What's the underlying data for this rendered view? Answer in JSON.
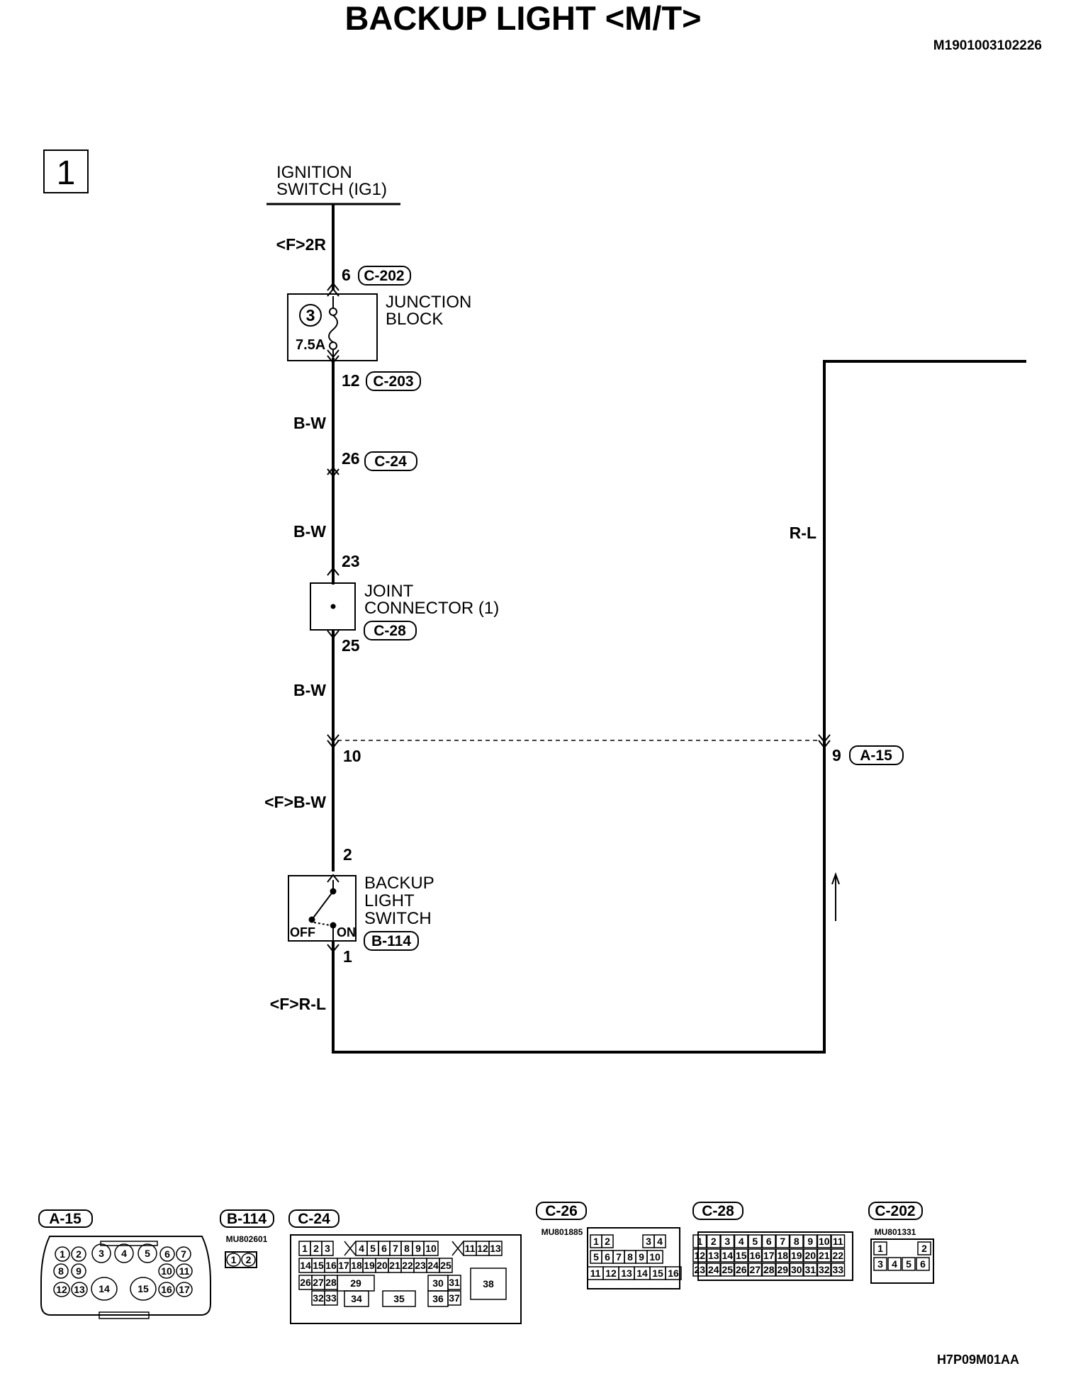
{
  "header": {
    "title": "BACKUP LIGHT <M/T>",
    "code": "M1901003102226",
    "box_number": "1"
  },
  "circuit": {
    "ignition_label_line1": "IGNITION",
    "ignition_label_line2": "SWITCH (IG1)",
    "wire_f2r": "<F>2R",
    "pin_c202": "6",
    "conn_c202": "C-202",
    "fuse_number": "3",
    "fuse_rating": "7.5A",
    "junction_line1": "JUNCTION",
    "junction_line2": "BLOCK",
    "pin_c203": "12",
    "conn_c203": "C-203",
    "wire_bw_1": "B-W",
    "pin_c24": "26",
    "conn_c24": "C-24",
    "wire_bw_2": "B-W",
    "pin_23": "23",
    "joint_line1": "JOINT",
    "joint_line2": "CONNECTOR (1)",
    "conn_c28": "C-28",
    "pin_25": "25",
    "wire_bw_3": "B-W",
    "pin_10": "10",
    "wire_f_bw": "<F>B-W",
    "pin_2": "2",
    "switch_line1": "BACKUP",
    "switch_line2": "LIGHT",
    "switch_line3": "SWITCH",
    "switch_off": "OFF",
    "switch_on": "ON",
    "conn_b114": "B-114",
    "pin_1": "1",
    "wire_f_rl": "<F>R-L",
    "wire_rl": "R-L",
    "pin_9": "9",
    "conn_a15": "A-15"
  },
  "connectors": {
    "a15": {
      "label": "A-15",
      "cells": [
        "1",
        "2",
        "3",
        "4",
        "5",
        "6",
        "7",
        "8",
        "9",
        "10",
        "11",
        "12",
        "13",
        "14",
        "15",
        "16",
        "17"
      ]
    },
    "b114": {
      "label": "B-114",
      "part": "MU802601",
      "cells": [
        "1",
        "2"
      ]
    },
    "c24": {
      "label": "C-24",
      "cells": [
        "1",
        "2",
        "3",
        "4",
        "5",
        "6",
        "7",
        "8",
        "9",
        "10",
        "11",
        "12",
        "13",
        "14",
        "15",
        "16",
        "17",
        "18",
        "19",
        "20",
        "21",
        "22",
        "23",
        "24",
        "25",
        "26",
        "27",
        "28",
        "29",
        "30",
        "31",
        "32",
        "33",
        "34",
        "35",
        "36",
        "37",
        "38"
      ]
    },
    "c26": {
      "label": "C-26",
      "part": "MU801885",
      "cells": [
        "1",
        "2",
        "3",
        "4",
        "5",
        "6",
        "7",
        "8",
        "9",
        "10",
        "11",
        "12",
        "13",
        "14",
        "15",
        "16"
      ]
    },
    "c28": {
      "label": "C-28",
      "cells": [
        "1",
        "2",
        "3",
        "4",
        "5",
        "6",
        "7",
        "8",
        "9",
        "10",
        "11",
        "12",
        "13",
        "14",
        "15",
        "16",
        "17",
        "18",
        "19",
        "20",
        "21",
        "22",
        "23",
        "24",
        "25",
        "26",
        "27",
        "28",
        "29",
        "30",
        "31",
        "32",
        "33"
      ]
    },
    "c202": {
      "label": "C-202",
      "part": "MU801331",
      "cells": [
        "1",
        "2",
        "3",
        "4",
        "5",
        "6"
      ]
    }
  },
  "footer": {
    "code": "H7P09M01AA"
  }
}
